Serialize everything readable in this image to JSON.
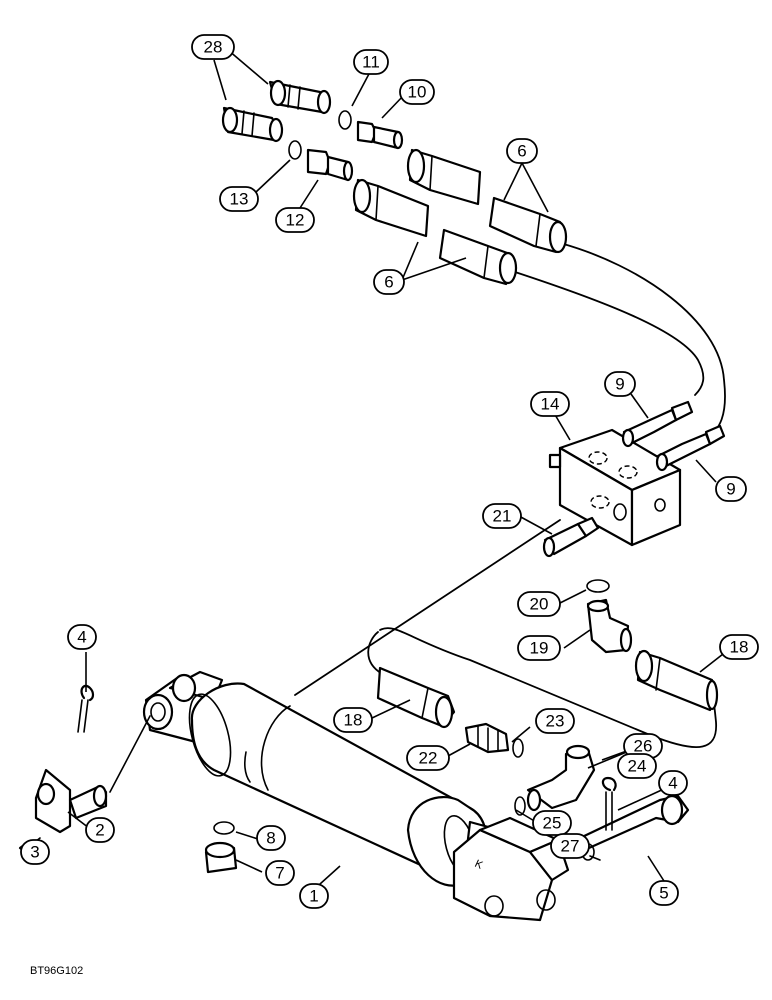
{
  "figure_code": "BT96G102",
  "callouts": [
    {
      "id": "28a",
      "label": "28"
    },
    {
      "id": "11",
      "label": "11"
    },
    {
      "id": "10",
      "label": "10"
    },
    {
      "id": "13",
      "label": "13"
    },
    {
      "id": "12",
      "label": "12"
    },
    {
      "id": "6a",
      "label": "6"
    },
    {
      "id": "6b",
      "label": "6"
    },
    {
      "id": "9a",
      "label": "9"
    },
    {
      "id": "14",
      "label": "14"
    },
    {
      "id": "9b",
      "label": "9"
    },
    {
      "id": "21",
      "label": "21"
    },
    {
      "id": "20",
      "label": "20"
    },
    {
      "id": "19",
      "label": "19"
    },
    {
      "id": "18a",
      "label": "18"
    },
    {
      "id": "4a",
      "label": "4"
    },
    {
      "id": "18b",
      "label": "18"
    },
    {
      "id": "23",
      "label": "23"
    },
    {
      "id": "22",
      "label": "22"
    },
    {
      "id": "26",
      "label": "26"
    },
    {
      "id": "24",
      "label": "24"
    },
    {
      "id": "4b",
      "label": "4"
    },
    {
      "id": "8",
      "label": "8"
    },
    {
      "id": "25",
      "label": "25"
    },
    {
      "id": "27",
      "label": "27"
    },
    {
      "id": "2",
      "label": "2"
    },
    {
      "id": "3",
      "label": "3"
    },
    {
      "id": "7",
      "label": "7"
    },
    {
      "id": "1",
      "label": "1"
    },
    {
      "id": "5",
      "label": "5"
    }
  ]
}
